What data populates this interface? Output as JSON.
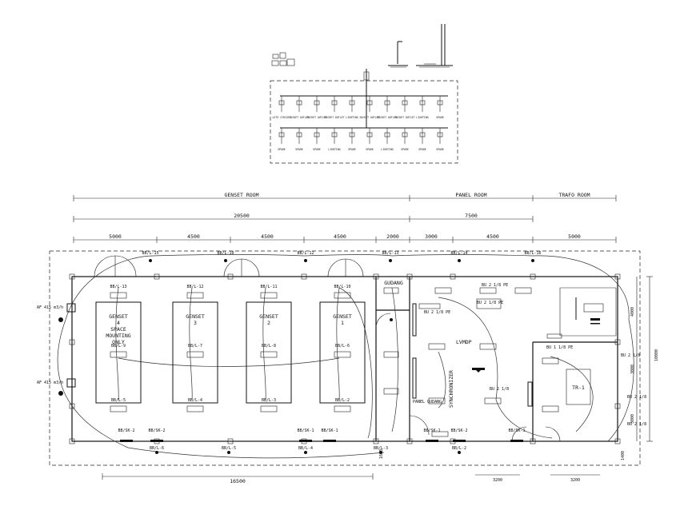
{
  "rooms": {
    "genset": "GENSET ROOM",
    "panel": "PANEL ROOM",
    "trafo": "TRAFO ROOM"
  },
  "dimensions": {
    "genset_total": "20500",
    "panel_total": "7500",
    "bays": [
      "5000",
      "4500",
      "4500",
      "4500",
      "2000",
      "3000",
      "4500",
      "5000"
    ],
    "bottom_span": "16500",
    "bottom_right_a": "3200",
    "bottom_right_b": "3200",
    "right_h1": "4000",
    "right_h2": "3000",
    "right_h3": "3000",
    "right_total": "10000",
    "bottom_left_small": "1600",
    "bottom_right_small": "1400"
  },
  "gensets": [
    {
      "name": "GENSET\n4\nSPACE\nMOUNTING\nONLY",
      "top": "BB/L-13",
      "mid": "BB/L-9",
      "bottom": "BB/L-5"
    },
    {
      "name": "GENSET\n3",
      "top": "BB/L-12",
      "mid": "BB/L-7",
      "bottom": "BB/L-4"
    },
    {
      "name": "GENSET\n2",
      "top": "BB/L-11",
      "mid": "BB/L-8",
      "bottom": "BB/L-3"
    },
    {
      "name": "GENSET\n1",
      "top": "BB/L-10",
      "mid": "BB/L-6",
      "bottom": "BB/L-2"
    }
  ],
  "top_lights": [
    "BB/L-15",
    "BB/L-10",
    "BB/L-12",
    "BB/L-13",
    "BB/L-14",
    "BB/L-16"
  ],
  "bottom_sockets": [
    "BB/SK-2",
    "BB/SK-2",
    "BB/SK-1",
    "BB/SK-1",
    "BB/SK-1",
    "BB/SK-2",
    "BB/SK-1"
  ],
  "bottom_lights": [
    "BB/L-6",
    "BB/L-5",
    "BB/L-4",
    "BB/L-3",
    "BB/L-2"
  ],
  "panel_labels": {
    "gudang": "GUDANG",
    "lvmdp": "LVMDP",
    "synchronizer": "SYNCHRONIZER",
    "tr": "TR-1",
    "panel": "PANEL GUDANG",
    "bu1": "BU 2 1/8 PE",
    "bu2": "BU 2 1/8 PE",
    "bu3": "BU 2 1/8 PE",
    "bu4": "BU 1 1/8 PE",
    "bu5": "BU 2 1/8",
    "bu_side1": "BU 2 1/8",
    "bu_side2": "BU 2 1/8",
    "bu_side3": "BU 2 1/8"
  },
  "left_ac": [
    "AF 415 m3/h",
    "AF 415 m3/h"
  ],
  "schematic": {
    "top_labels": [
      "LGTS CIRCUIT",
      "SOCKET OUTLET",
      "SOCKET OUTLET",
      "SOCKET OUTLET",
      "LIGHTING",
      "SOCKET OUTLET",
      "SOCKET OUTLET",
      "SOCKET OUTLET",
      "LIGHTING",
      "SPARE"
    ],
    "bottom_labels": [
      "SPARE",
      "SPARE",
      "SPARE",
      "LIGHTING",
      "SPARE",
      "SPARE",
      "LIGHTING",
      "SPARE",
      "SPARE",
      "SPARE"
    ]
  }
}
